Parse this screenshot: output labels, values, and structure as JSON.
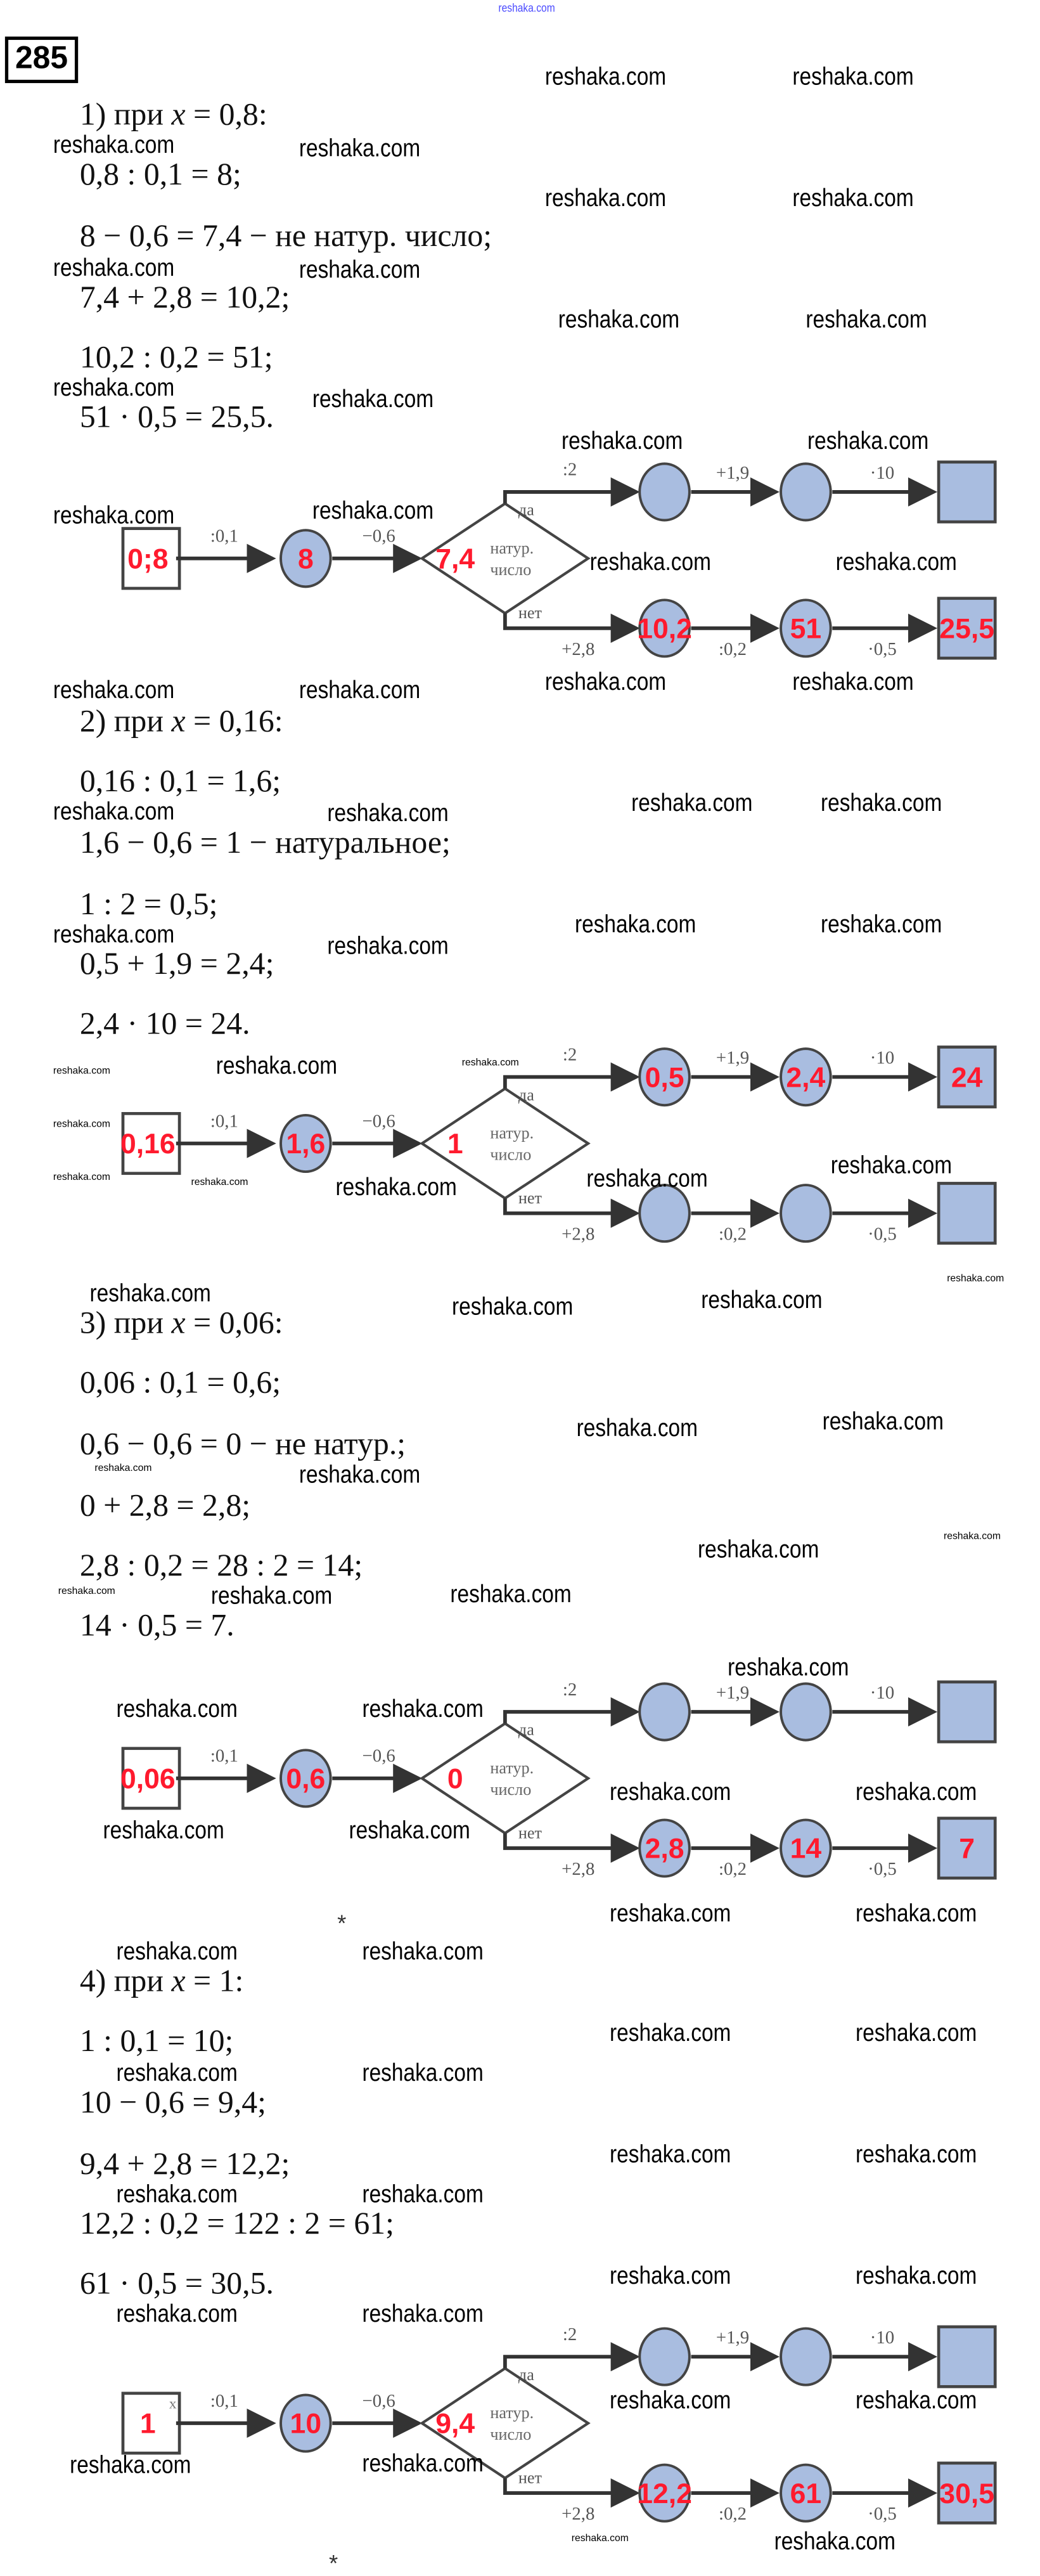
{
  "watermark": "reshaka.com",
  "problem_number": "285",
  "colors": {
    "answer": "#ff1a2e",
    "node_fill": "#a9bde0",
    "stroke": "#333333"
  },
  "sections": [
    {
      "header": [
        "1) при ",
        "x",
        " = 0,8:"
      ],
      "lines": [
        "0,8 : 0,1 = 8;",
        "8 − 0,6 = 7,4 − не натур. число;",
        "7,4 + 2,8 = 10,2;",
        "10,2 : 0,2 = 51;",
        "51 · 0,5 = 25,5."
      ],
      "diagram": {
        "input": "0;8",
        "c1": "8",
        "check": "7,4",
        "yes1": "",
        "yes2": "",
        "yes_out": "",
        "no1": "10,2",
        "no2": "51",
        "no_out": "25,5"
      }
    },
    {
      "header": [
        "2) при ",
        "x",
        " = 0,16:"
      ],
      "lines": [
        "0,16 : 0,1 = 1,6;",
        "1,6 − 0,6 = 1 − натуральное;",
        "1 : 2 = 0,5;",
        "0,5 + 1,9 = 2,4;",
        "2,4 · 10 = 24."
      ],
      "diagram": {
        "input": "0,16",
        "c1": "1,6",
        "check": "1",
        "yes1": "0,5",
        "yes2": "2,4",
        "yes_out": "24",
        "no1": "",
        "no2": "",
        "no_out": ""
      }
    },
    {
      "header": [
        "3) при ",
        "x",
        " = 0,06:"
      ],
      "lines": [
        "0,06 : 0,1 = 0,6;",
        "0,6 − 0,6 = 0 − не натур.;",
        "0 + 2,8 = 2,8;",
        "2,8 : 0,2 = 28 : 2 = 14;",
        "14 · 0,5 = 7."
      ],
      "diagram": {
        "input": "0,06",
        "c1": "0,6",
        "check": "0",
        "yes1": "",
        "yes2": "",
        "yes_out": "",
        "no1": "2,8",
        "no2": "14",
        "no_out": "7"
      }
    },
    {
      "header": [
        "4) при ",
        "x",
        " = 1:"
      ],
      "lines": [
        "1 : 0,1 = 10;",
        "10 − 0,6 = 9,4;",
        "9,4 + 2,8 = 12,2;",
        "12,2 : 0,2 = 122 : 2 = 61;",
        "61 · 0,5 = 30,5."
      ],
      "diagram": {
        "input": "1",
        "c1": "10",
        "check": "9,4",
        "yes1": "",
        "yes2": "",
        "yes_out": "",
        "no1": "12,2",
        "no2": "61",
        "no_out": "30,5"
      }
    }
  ],
  "diagram_labels": {
    "op1": ":0,1",
    "op2": "−0,6",
    "check_line1": "натур.",
    "check_line2": "число",
    "yes": "да",
    "no": "нет",
    "yes_op1": ":2",
    "yes_op2": "+1,9",
    "yes_op3": "·10",
    "no_op1": "+2,8",
    "no_op2": ":0,2",
    "no_op3": "·0,5",
    "input_var": "x"
  },
  "star": "*"
}
